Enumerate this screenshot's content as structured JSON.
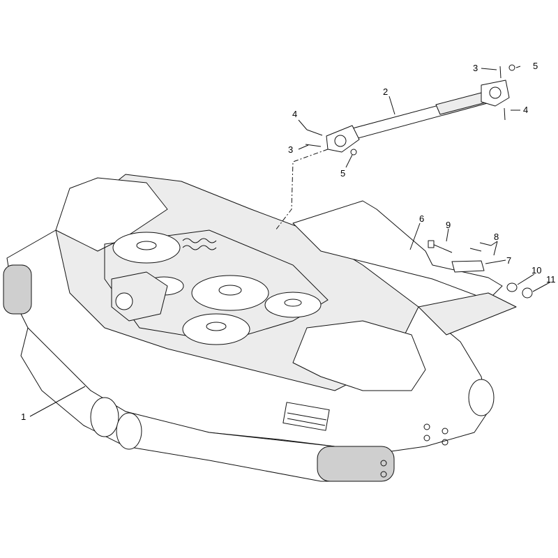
{
  "callouts": [
    {
      "id": "c1",
      "label": "1"
    },
    {
      "id": "c2",
      "label": "2"
    },
    {
      "id": "c3a",
      "label": "3"
    },
    {
      "id": "c3b",
      "label": "3"
    },
    {
      "id": "c4a",
      "label": "4"
    },
    {
      "id": "c4b",
      "label": "4"
    },
    {
      "id": "c5a",
      "label": "5"
    },
    {
      "id": "c5b",
      "label": "5"
    },
    {
      "id": "c6",
      "label": "6"
    },
    {
      "id": "c7",
      "label": "7"
    },
    {
      "id": "c8",
      "label": "8"
    },
    {
      "id": "c9",
      "label": "9"
    },
    {
      "id": "c10",
      "label": "10"
    },
    {
      "id": "c11",
      "label": "11"
    }
  ]
}
